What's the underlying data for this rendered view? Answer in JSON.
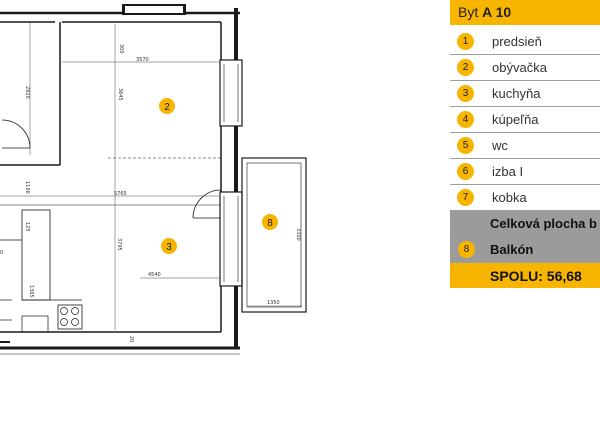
{
  "plan": {
    "room_badges": [
      "2",
      "3",
      "8"
    ],
    "dimensions": {
      "d300": "300",
      "d3570": "3570",
      "d2920": "2920",
      "d3645": "3645",
      "d1100": "1100",
      "d5765": "5765",
      "d3795": "3795",
      "d4540": "4540",
      "d3300": "3300",
      "d1350": "1350",
      "d125": "125",
      "d0": "0",
      "d1365": "1365",
      "d20": "20"
    }
  },
  "legend": {
    "title_prefix": "Byt",
    "title_unit": "A 10",
    "rooms": [
      {
        "num": "1",
        "name": "predsieň"
      },
      {
        "num": "2",
        "name": "obývačka"
      },
      {
        "num": "3",
        "name": "kuchyňa"
      },
      {
        "num": "4",
        "name": "kúpeľňa"
      },
      {
        "num": "5",
        "name": "wc"
      },
      {
        "num": "6",
        "name": "izba I"
      },
      {
        "num": "7",
        "name": "kobka"
      }
    ],
    "total_area_label": "Celková plocha b",
    "balcony": {
      "num": "8",
      "name": "Balkón"
    },
    "grand_total": "SPOLU:  56,68"
  },
  "colors": {
    "accent": "#f7b500",
    "band_grey": "#9b9b9b"
  }
}
